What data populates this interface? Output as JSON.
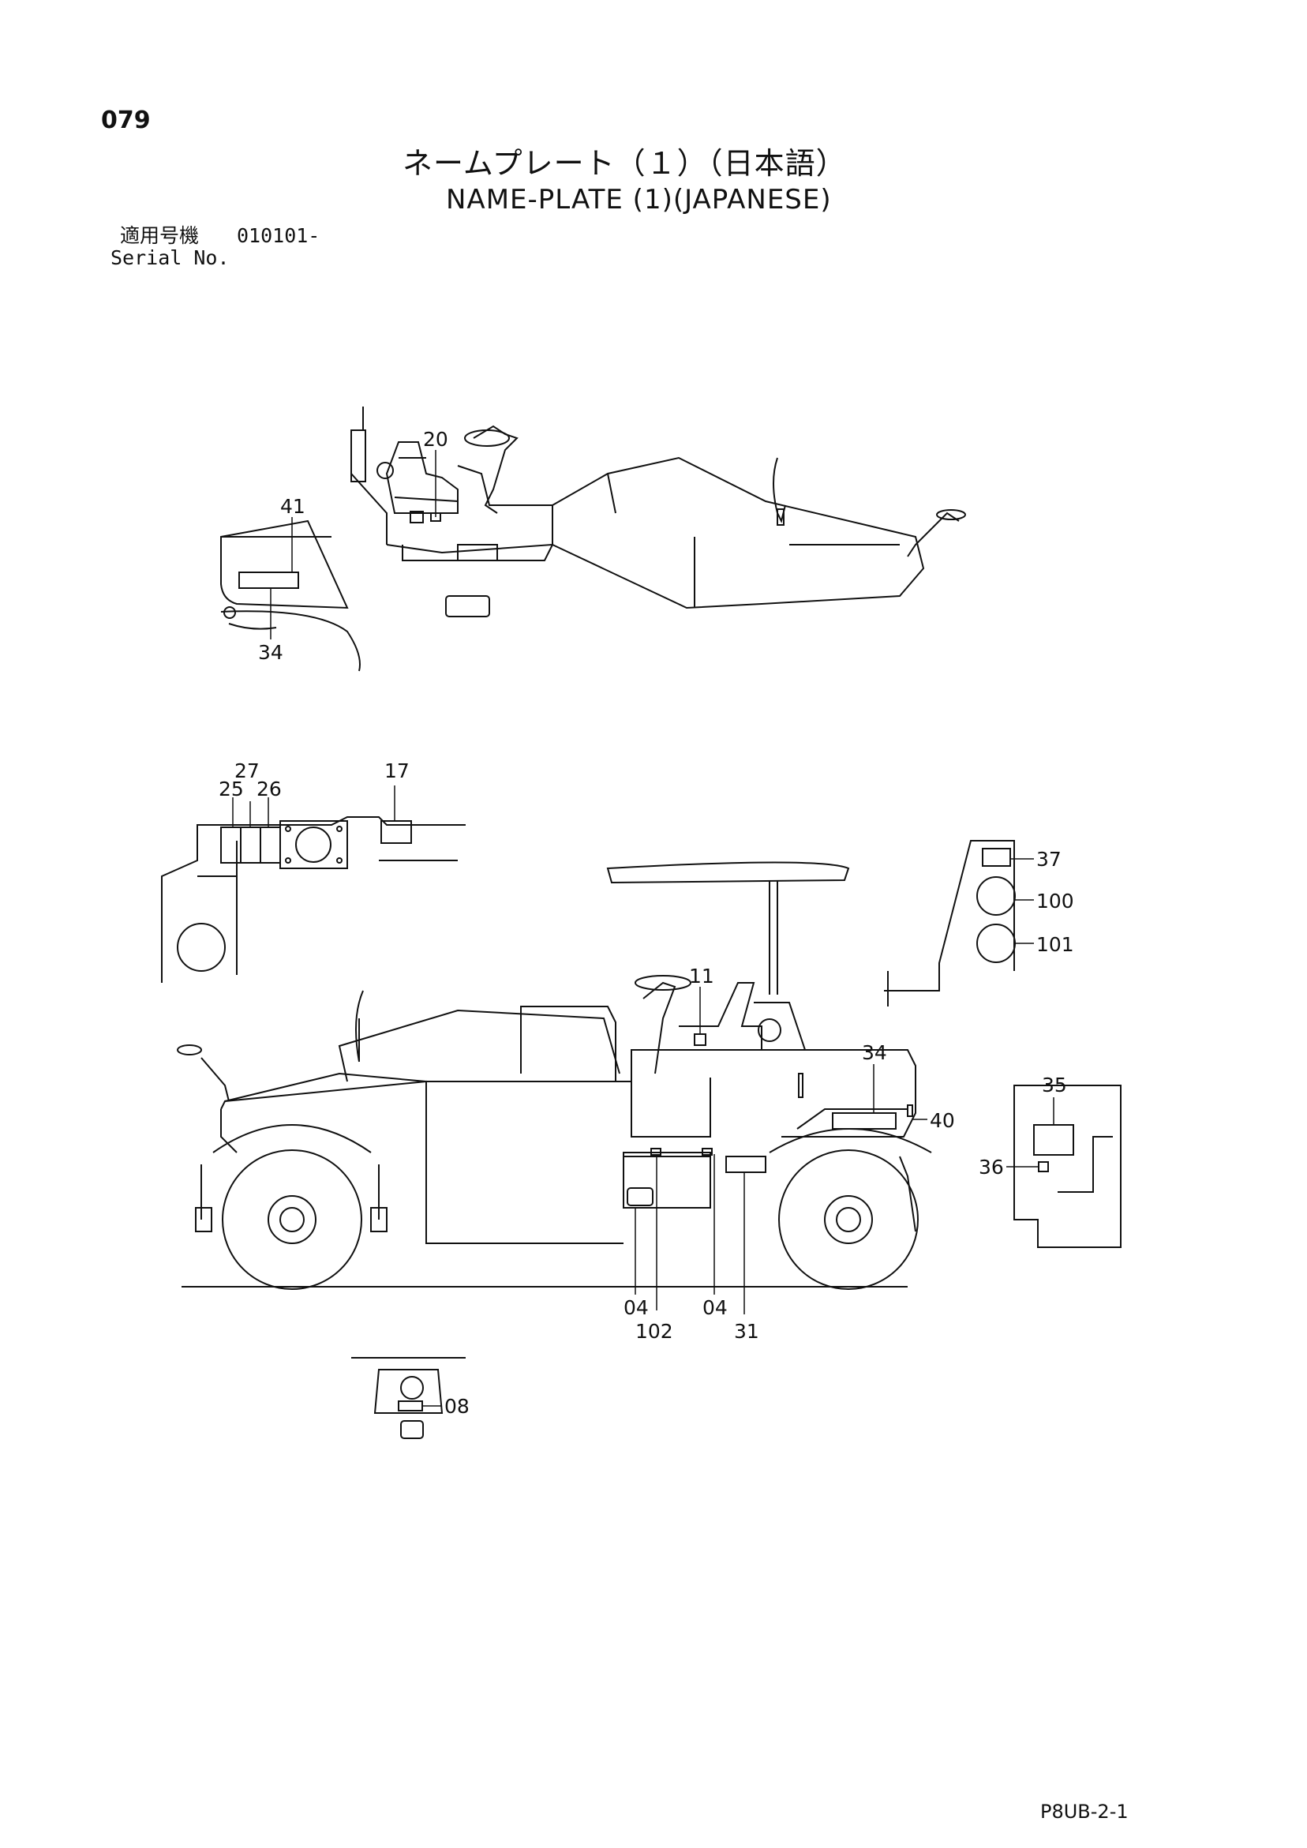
{
  "page": {
    "number": "079",
    "title_ja": "ネームプレート（１）（日本語）",
    "title_en": "NAME-PLATE (1)(JAPANESE)",
    "serial_label_ja": "適用号機",
    "serial_range": "010101-",
    "serial_label_en": "Serial No.",
    "sheet_code": "P8UB-2-1"
  },
  "callouts": {
    "c20": "20",
    "c41": "41",
    "c34_top": "34",
    "c27": "27",
    "c25": "25",
    "c26": "26",
    "c17": "17",
    "c37": "37",
    "c100": "100",
    "c101": "101",
    "c11": "11",
    "c34_side": "34",
    "c40": "40",
    "c35": "35",
    "c36": "36",
    "c04_left": "04",
    "c04_right": "04",
    "c102": "102",
    "c31": "31",
    "c08": "08"
  }
}
